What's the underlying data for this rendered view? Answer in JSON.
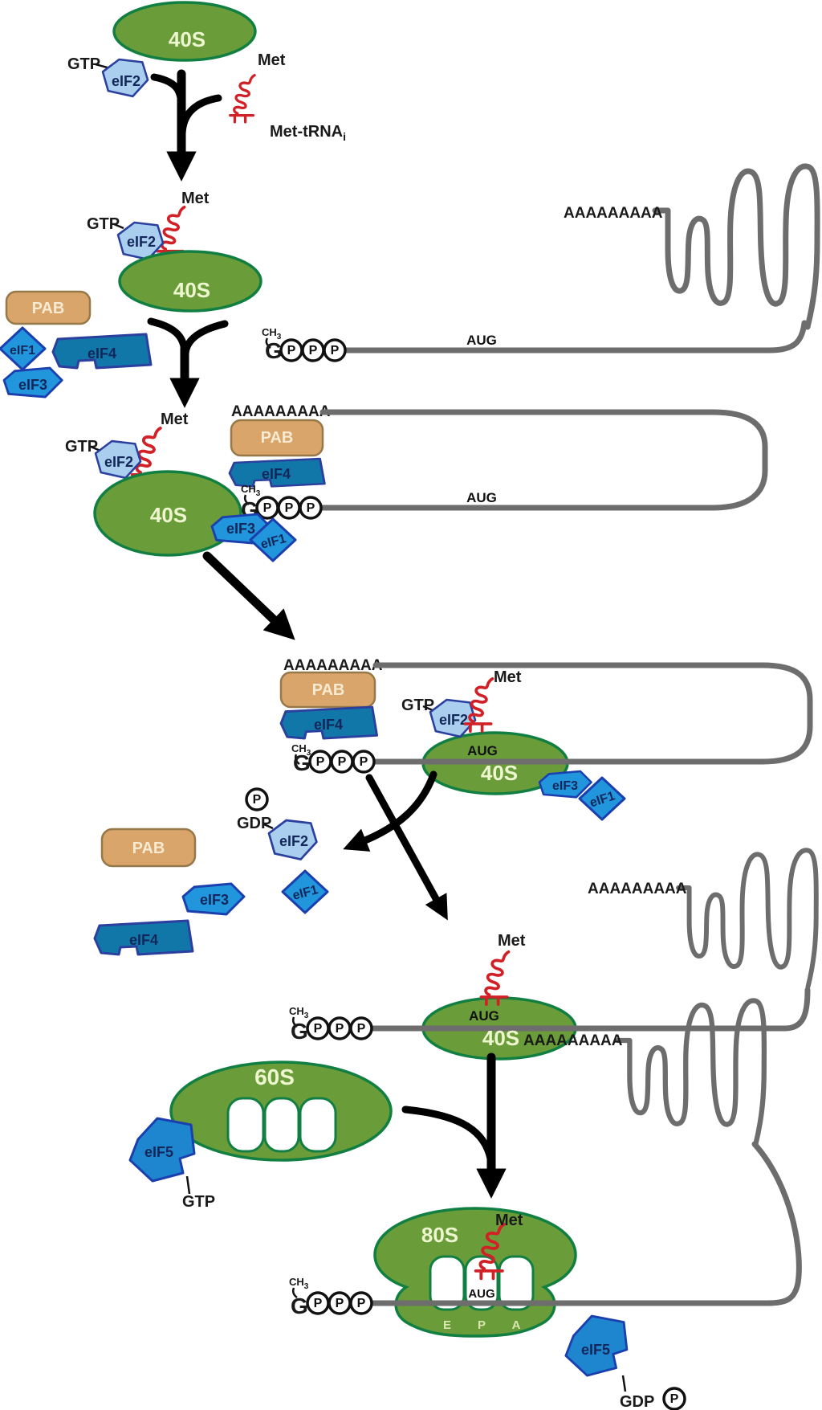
{
  "molecules": {
    "ribosome_small": "40S",
    "ribosome_large": "60S",
    "ribosome_full": "80S",
    "gtp": "GTP",
    "gdp": "GDP",
    "eif1": "eIF1",
    "eif2": "eIF2",
    "eif3": "eIF3",
    "eif4": "eIF4",
    "eif5": "eIF5",
    "pab": "PAB",
    "met": "Met",
    "met_trna": "Met-tRNA",
    "met_trna_subscript": "i",
    "aug": "AUG",
    "poly_a_tail": "AAAAAAAAA",
    "cap_ch": "CH",
    "cap_ch_subscript": "3",
    "cap_g": "G",
    "cap_p": "P",
    "phosphate": "P",
    "site_e": "E",
    "site_p": "P",
    "site_a": "A"
  },
  "colors": {
    "ribosome_fill": "#6a9c3a",
    "ribosome_outline": "#117f41",
    "ribosome_label": "#eef6d0",
    "eif2_fill": "#aacfee",
    "factor_blue": "#2196dd",
    "eif4_teal": "#1177a8",
    "eif5_blue": "#1e86cf",
    "factor_outline": "#2b3f9e",
    "factor_text": "#13275a",
    "pab_fill": "#d9a56b",
    "pab_text": "#f6ead1",
    "trna_red": "#d22027",
    "mrna_gray": "#6d6d6d",
    "arrow_black": "#000000",
    "label_black": "#1a1a1a"
  }
}
